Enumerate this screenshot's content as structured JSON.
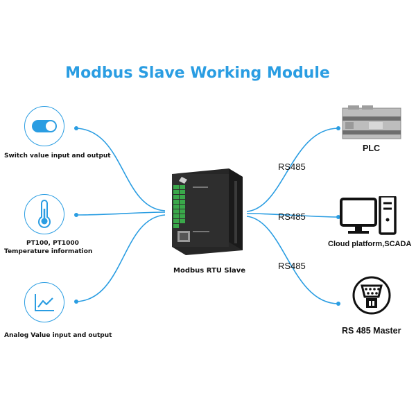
{
  "title": "Modbus Slave Working Module",
  "left": {
    "switch_label": "Switch value input and output",
    "temp_label_line1": "PT100, PT1000",
    "temp_label_line2": "Temperature information",
    "analog_label": "Analog Value input and output"
  },
  "center": {
    "device_label": "Modbus RTU Slave"
  },
  "right": {
    "plc_label": "PLC",
    "cloud_label": "Cloud platform,SCADA",
    "master_label": "RS 485 Master",
    "link_label": "RS485"
  },
  "colors": {
    "accent": "#2a9de2",
    "device_body": "#2a2a2a",
    "terminal_green": "#3aa84a"
  },
  "icons": {
    "switch": "toggle-switch-icon",
    "temperature": "thermometer-icon",
    "analog": "line-chart-icon",
    "plc": "plc-device-icon",
    "computer": "desktop-computer-icon",
    "master": "db9-connector-icon"
  }
}
